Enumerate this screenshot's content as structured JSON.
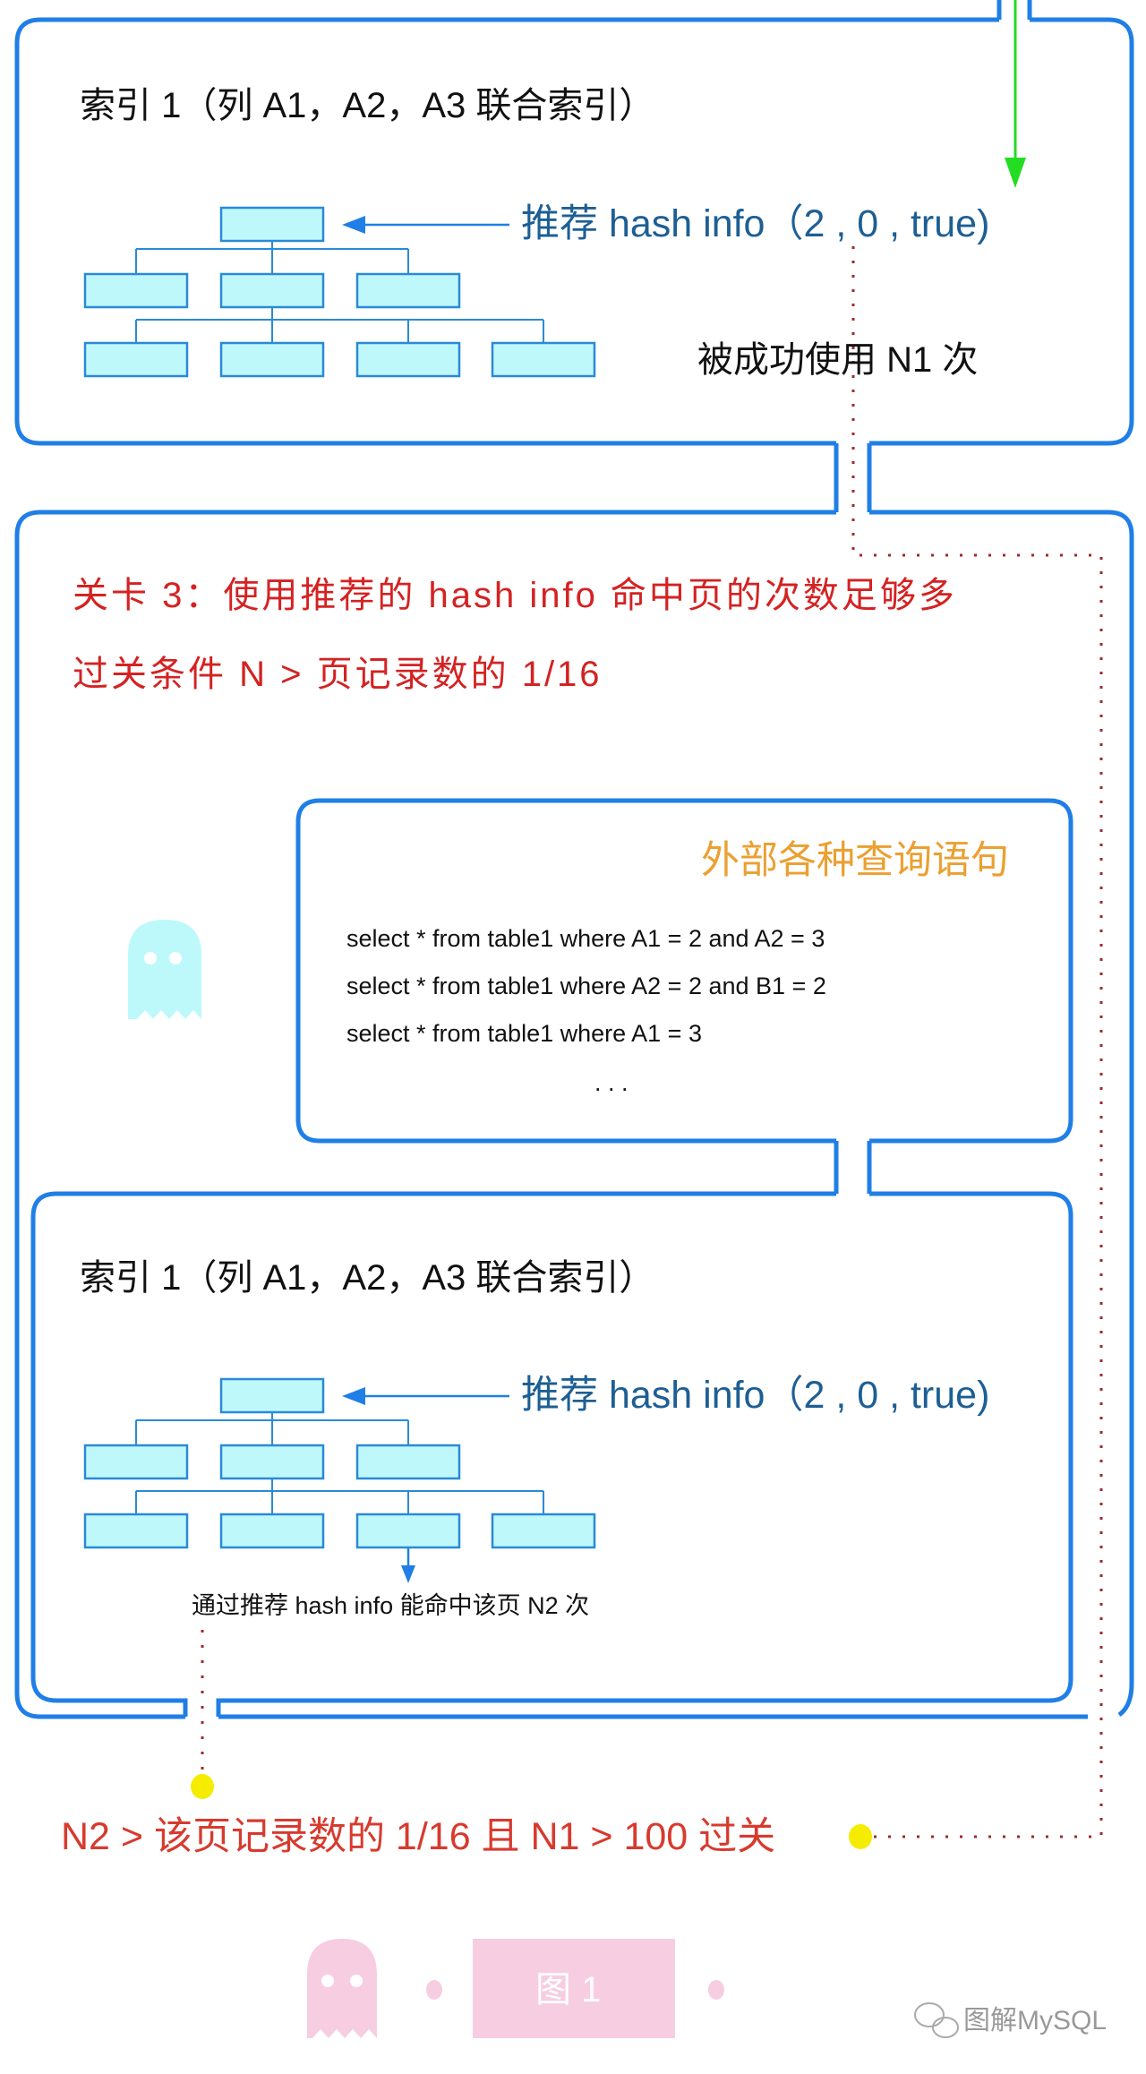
{
  "index_box_top": {
    "title": "索引 1（列 A1，A2，A3 联合索引）",
    "hash_label": "推荐 hash info（2 , 0 , true)",
    "used_label": "被成功使用 N1 次"
  },
  "level": {
    "line1": "关卡 3：使用推荐的 hash info 命中页的次数足够多",
    "line2": "过关条件 N > 页记录数的 1/16"
  },
  "query_box": {
    "title": "外部各种查询语句",
    "queries": [
      "select * from table1 where A1 = 2 and A2 = 3",
      "select * from table1 where A2 = 2 and B1 = 2",
      "select * from table1 where A1 = 3"
    ],
    "ellipsis": ". . ."
  },
  "index_box_bottom": {
    "title": "索引 1（列 A1，A2，A3 联合索引）",
    "hash_label": "推荐 hash info（2 , 0 , true)",
    "hit_label": "通过推荐 hash info 能命中该页 N2 次"
  },
  "pass_condition": "N2 > 该页记录数的 1/16 且  N1 > 100  过关",
  "figure_caption": "图 1",
  "watermark": "图解MySQL",
  "colors": {
    "border": "#1f7fe6",
    "node_fill": "#bff8fb",
    "node_stroke": "#2a8ad8",
    "green_arrow": "#22dd22",
    "dotted": "#a02a2a",
    "yellow": "#f5ec00",
    "pink": "#f7cde2",
    "ghost_cyan": "#bdf9fb"
  }
}
